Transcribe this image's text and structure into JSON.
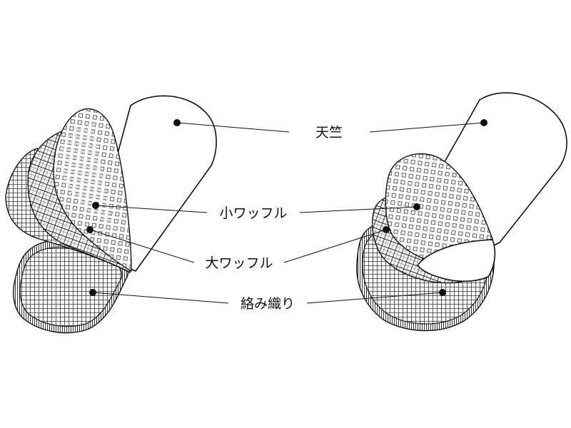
{
  "labels": {
    "tenjiku": "天竺",
    "small_waffle": "小ワッフル",
    "large_waffle": "大ワッフル",
    "karami_ori": "絡み織り"
  },
  "colors": {
    "line": "#111111",
    "background": "#ffffff"
  }
}
